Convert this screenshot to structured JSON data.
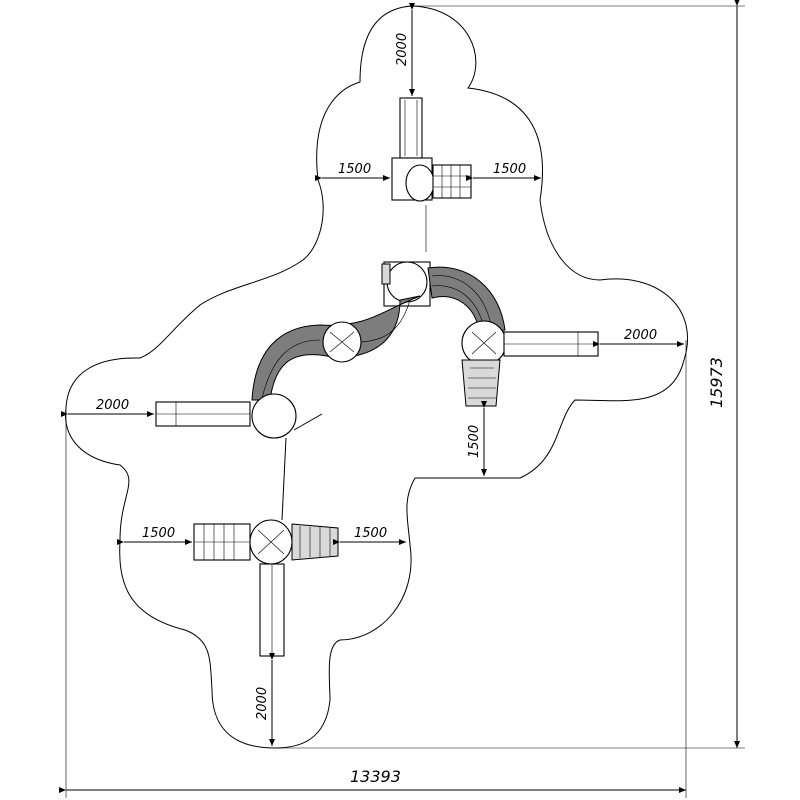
{
  "dimensions": {
    "overall_width": "13393",
    "overall_height": "15973",
    "top_tower_up": "2000",
    "top_tower_left": "1500",
    "top_tower_right": "1500",
    "right_slide_end": "2000",
    "right_tower_down": "1500",
    "left_slide_end": "2000",
    "bottom_tower_left": "1500",
    "bottom_tower_right": "1500",
    "bottom_slide_end": "2000"
  },
  "colors": {
    "line": "#000000",
    "fill_light": "#d9d9d9",
    "fill_dark": "#7d7d7d"
  }
}
